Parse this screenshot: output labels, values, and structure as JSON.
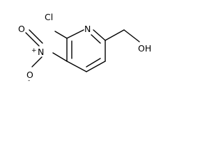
{
  "molecule": {
    "atoms": {
      "cl": "Cl",
      "n_ring": "N",
      "n_nitro": "N",
      "n_nitro_charge": "+",
      "o_top": "O",
      "o_bottom": "O",
      "o_bottom_charge": "-",
      "oh": "OH"
    }
  },
  "colors": {
    "bond": "#000000",
    "text": "#000000",
    "background": "#ffffff"
  }
}
